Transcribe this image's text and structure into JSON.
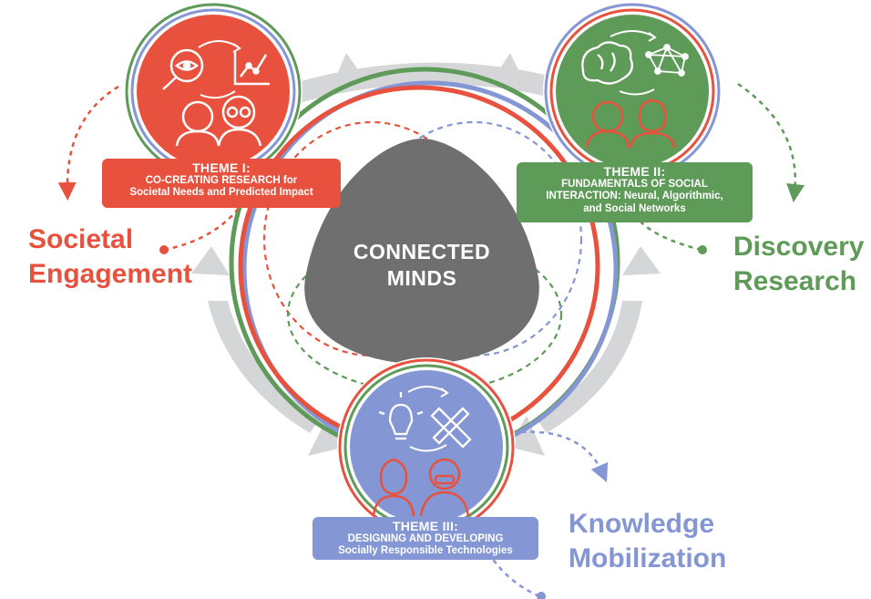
{
  "center": {
    "line1": "CONNECTED",
    "line2": "MINDS"
  },
  "themes": [
    {
      "title": "THEME I:",
      "desc_line1": "CO-CREATING RESEARCH for",
      "desc_line2": "Societal Needs and Predicted Impact",
      "color": "#e8513d"
    },
    {
      "title": "THEME II:",
      "desc_line1": "FUNDAMENTALS OF SOCIAL",
      "desc_line2": "INTERACTION: Neural, Algorithmic,",
      "desc_line3": "and Social Networks",
      "color": "#5e9a58"
    },
    {
      "title": "THEME III:",
      "desc_line1": "DESIGNING AND DEVELOPING",
      "desc_line2": "Socially Responsible Technologies",
      "color": "#8496d3"
    }
  ],
  "outcomes": [
    {
      "line1": "Societal",
      "line2": "Engagement",
      "color": "#e8513d"
    },
    {
      "line1": "Discovery",
      "line2": "Research",
      "color": "#5e9a58"
    },
    {
      "line1": "Knowledge",
      "line2": "Mobilization",
      "color": "#8496d3"
    }
  ],
  "colors": {
    "red": "#e8513d",
    "green": "#5e9a58",
    "blue": "#8496d3",
    "gray": "#6f6f6f",
    "light_gray": "#d4d6d8"
  },
  "icons": [
    "magnifier-eye-icon",
    "chart-icon",
    "people-icon",
    "brain-icon",
    "network-icon",
    "lightbulb-icon",
    "tools-icon"
  ]
}
